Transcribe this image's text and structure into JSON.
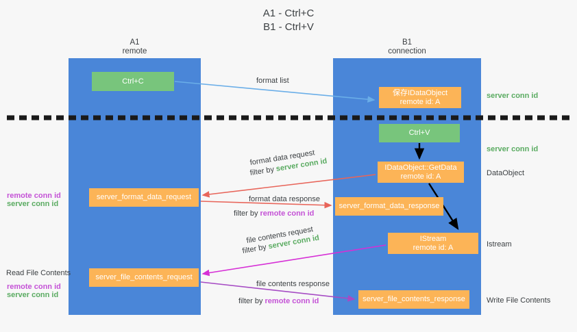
{
  "title": {
    "line1": "A1 - Ctrl+C",
    "line2": "B1 - Ctrl+V"
  },
  "lanes": [
    {
      "id": "a1",
      "name": "A1",
      "role": "remote"
    },
    {
      "id": "b1",
      "name": "B1",
      "role": "connection"
    }
  ],
  "boxes": {
    "ctrl_c": {
      "label": "Ctrl+C",
      "color": "#78c57c"
    },
    "save_dataobject": {
      "label": "保存IDataObject",
      "sub": "remote id: A",
      "color": "#fcb457"
    },
    "ctrl_v": {
      "label": "Ctrl+V",
      "color": "#78c57c"
    },
    "getdata": {
      "label": "IDataObject::GetData",
      "sub": "remote id: A",
      "color": "#fcb457"
    },
    "istream": {
      "label": "IStream",
      "sub": "remote id: A",
      "color": "#fcb457"
    },
    "format_data_request": {
      "label": "server_format_data_request",
      "color": "#fcb457"
    },
    "format_data_response": {
      "label": "server_format_data_response",
      "color": "#fcb457"
    },
    "file_contents_request": {
      "label": "server_file_contents_request",
      "color": "#fcb457"
    },
    "file_contents_response": {
      "label": "server_file_contents_response",
      "color": "#fcb457"
    }
  },
  "arrow_labels": {
    "format_list": "format list",
    "format_data_request": "format data request",
    "format_data_request_filter_prefix": "filter by ",
    "format_data_request_filter_value": "server conn id",
    "format_data_response": "format data response",
    "format_data_response_filter_prefix": "filter by ",
    "format_data_response_filter_value": "remote conn id",
    "file_contents_request": "file contents request",
    "file_contents_request_filter_prefix": "filter by ",
    "file_contents_request_filter_value": "server conn id",
    "file_contents_response": "file contents response",
    "file_contents_response_filter_prefix": "filter by ",
    "file_contents_response_filter_value": "remote conn id"
  },
  "left_annotations": {
    "remote_conn_id_1": "remote conn id",
    "server_conn_id_1": "server conn id",
    "read_file_contents": "Read File Contents",
    "remote_conn_id_2": "remote conn id",
    "server_conn_id_2": "server conn id"
  },
  "right_annotations": {
    "server_conn_id_1": "server conn id",
    "server_conn_id_2": "server conn id",
    "dataobject": "DataObject",
    "istream": "Istream",
    "write_file_contents": "Write File Contents"
  },
  "colors": {
    "lane": "#4a86d8",
    "green_box": "#78c57c",
    "orange_box": "#fcb457",
    "server_conn_id": "#5aab61",
    "remote_conn_id": "#c452d6",
    "arrow_blue": "#6aaee8",
    "arrow_red": "#e8655a",
    "arrow_magenta": "#d62fd6",
    "arrow_purple": "#a64bc4",
    "arrow_black": "#000000",
    "divider": "#1a1a1a",
    "background": "#f7f7f7"
  }
}
